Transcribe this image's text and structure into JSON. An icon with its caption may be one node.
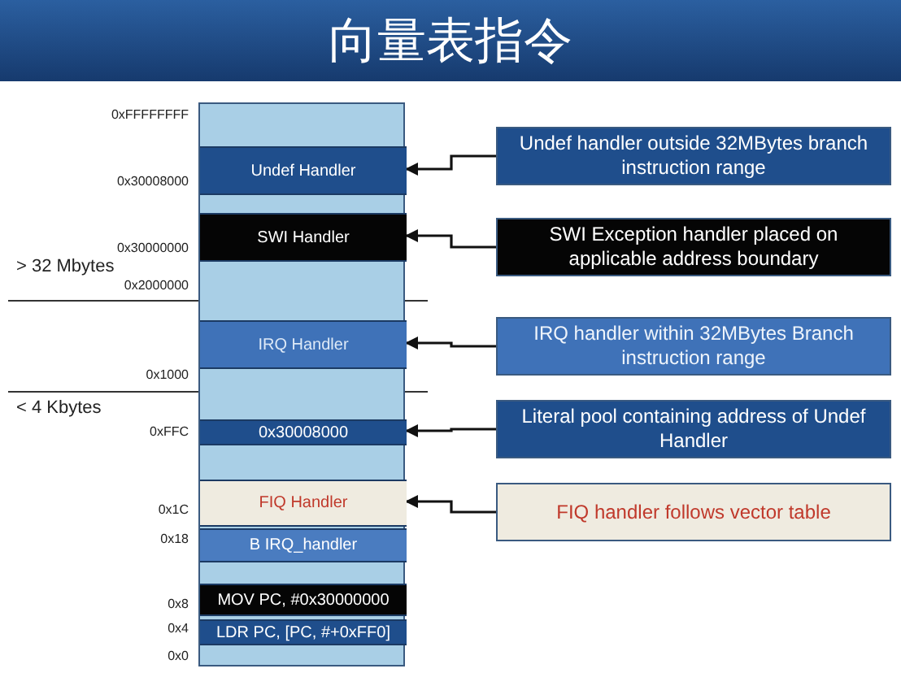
{
  "diagram": {
    "title": "向量表指令",
    "nodes": [
      {
        "text": [],
        "shape": "bar"
      },
      {
        "text": [
          "Undef Handler"
        ],
        "in": 0
      },
      {
        "text": [
          "SWI Handler"
        ],
        "in": 0
      },
      {
        "text": [
          "IRQ Handler"
        ],
        "in": 0
      },
      {
        "text": [
          "0x30008000"
        ],
        "in": 0
      },
      {
        "text": [
          "FIQ Handler"
        ],
        "in": 0
      },
      {
        "text": [
          "B IRQ_handler"
        ],
        "in": 0
      },
      {
        "text": [
          "MOV PC, #0x30000000"
        ],
        "in": 0
      },
      {
        "text": [
          "LDR PC, [PC, #+0xFF0]"
        ],
        "in": 0
      },
      {
        "text": [
          "Undef handler outside 32MBytes branch instruction range"
        ]
      },
      {
        "text": [
          "SWI Exception handler placed on applicable address boundary"
        ]
      },
      {
        "text": [
          "IRQ handler within 32MBytes Branch instruction range"
        ]
      },
      {
        "text": [
          "Literal pool containing address of Undef Handler"
        ]
      },
      {
        "text": [
          "FIQ handler follows vector table"
        ]
      }
    ],
    "edges": [
      {
        "from": 9,
        "to": 1,
        "arrow": "to"
      },
      {
        "from": 10,
        "to": 2,
        "arrow": "to"
      },
      {
        "from": 11,
        "to": 3,
        "arrow": "to"
      },
      {
        "from": 12,
        "to": 4,
        "arrow": "to"
      },
      {
        "from": 13,
        "to": 5,
        "arrow": "to"
      }
    ],
    "labels": [
      "0xFFFFFFFF",
      "0x30008000",
      "0x30000000",
      "> 32 Mbytes",
      "0x2000000",
      "0x1000",
      "< 4 Kbytes",
      "0xFFC",
      "0x1C",
      "0x18",
      "0x8",
      "0x4",
      "0x0"
    ]
  }
}
